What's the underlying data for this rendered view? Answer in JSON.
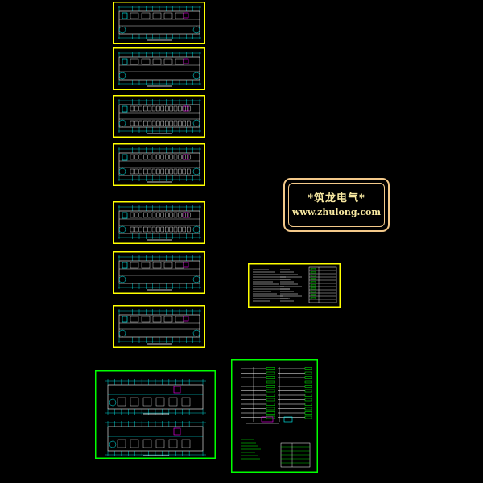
{
  "watermark": {
    "title": "*筑龙电气*",
    "url": "www.zhulong.com"
  },
  "colors": {
    "background": "#000000",
    "sheet_frame": "#ffff00",
    "sheet_frame_green": "#00ff00",
    "line_cyan": "#00ffff",
    "line_white": "#ffffff",
    "line_green": "#00ff00",
    "accent_magenta": "#ff00ff",
    "watermark_border": "#f3c98a"
  },
  "drawing_sheets": [
    {
      "id": "floor-plan-1",
      "kind": "floor-plan",
      "icon": "floor-plan-icon"
    },
    {
      "id": "floor-plan-2",
      "kind": "floor-plan",
      "icon": "floor-plan-icon"
    },
    {
      "id": "floor-plan-3",
      "kind": "floor-plan",
      "icon": "floor-plan-icon"
    },
    {
      "id": "floor-plan-4",
      "kind": "floor-plan",
      "icon": "floor-plan-icon"
    },
    {
      "id": "floor-plan-5",
      "kind": "floor-plan",
      "icon": "floor-plan-icon"
    },
    {
      "id": "floor-plan-6",
      "kind": "floor-plan",
      "icon": "floor-plan-icon"
    },
    {
      "id": "floor-plan-7",
      "kind": "floor-plan",
      "icon": "floor-plan-icon"
    },
    {
      "id": "design-notes",
      "kind": "notes-table",
      "icon": "table-icon"
    },
    {
      "id": "ground-floor-plans",
      "kind": "floor-plan-pair",
      "icon": "floor-plan-icon"
    },
    {
      "id": "distribution-system",
      "kind": "system-diagram",
      "icon": "diagram-icon"
    }
  ]
}
